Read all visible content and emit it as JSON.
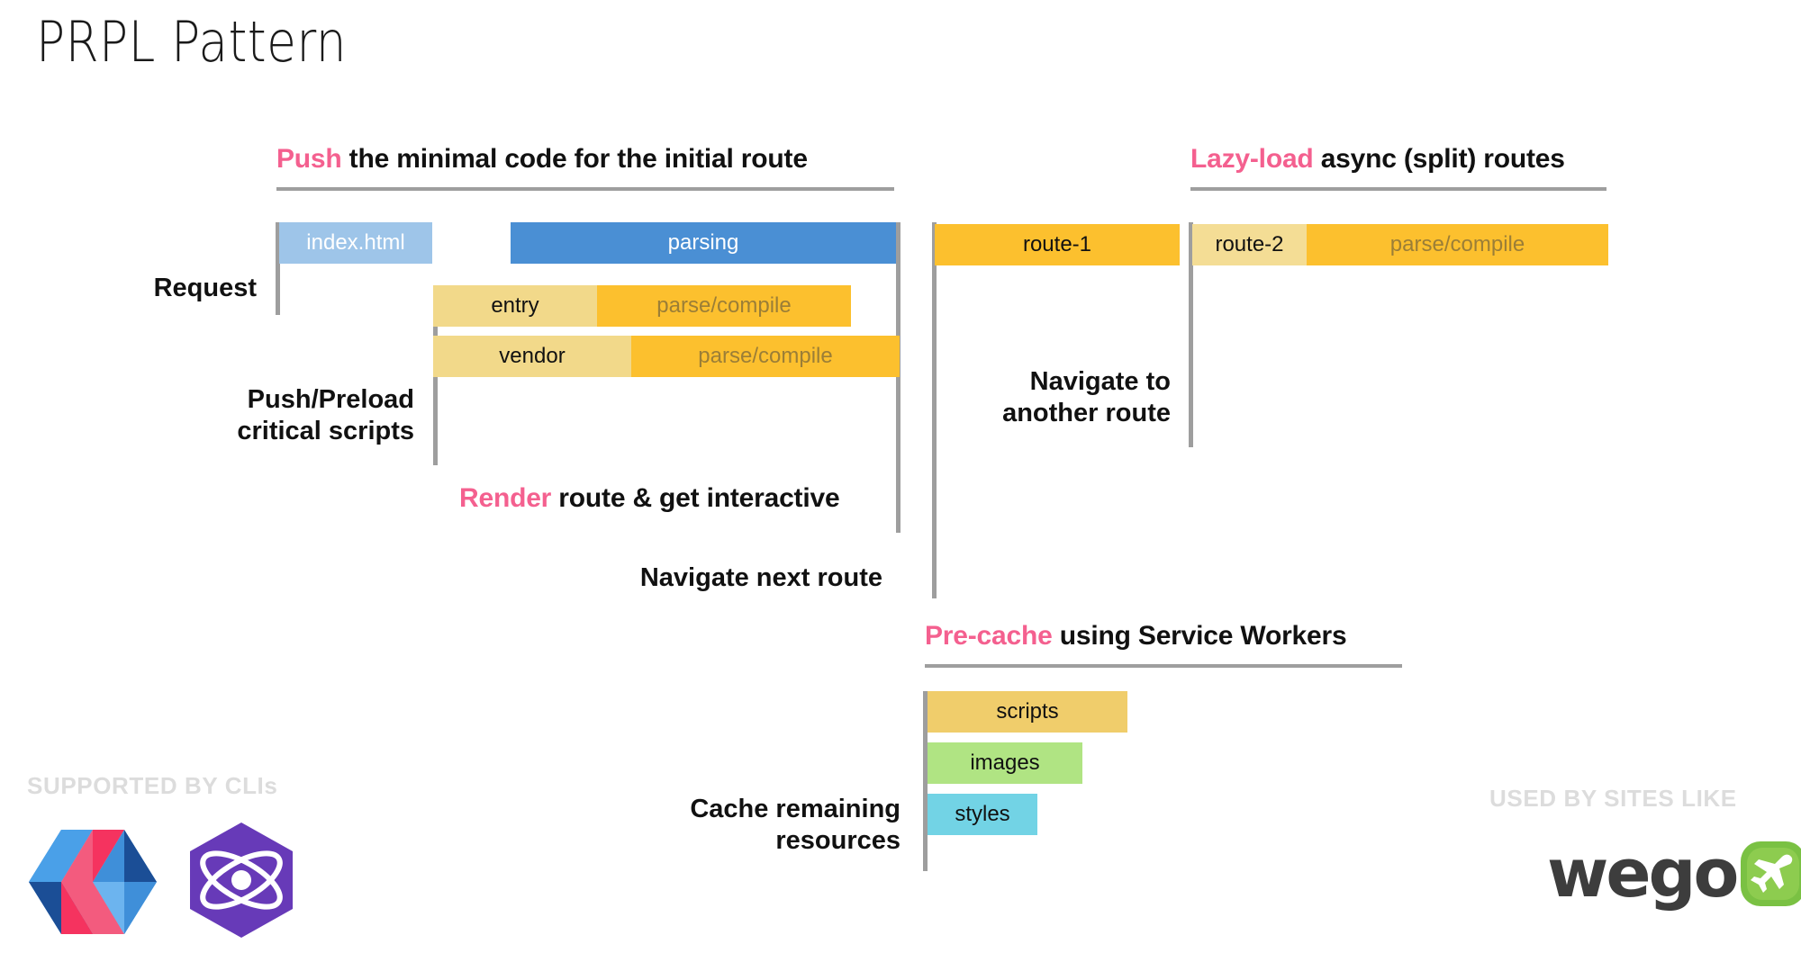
{
  "slide": {
    "title": "PRPL Pattern",
    "accent_color": "#f4608f",
    "rule_color": "#9e9e9e"
  },
  "sections": [
    {
      "id": "push",
      "accent": "Push",
      "rest": " the minimal code for the initial route"
    },
    {
      "id": "lazy-load",
      "accent": "Lazy-load",
      "rest": " async (split) routes"
    },
    {
      "id": "pre-cache",
      "accent": "Pre-cache",
      "rest": " using Service Workers"
    },
    {
      "id": "render",
      "accent": "Render",
      "rest": " route & get interactive"
    }
  ],
  "axis_labels": {
    "request": "Request",
    "push_preload": "Push/Preload\ncritical scripts",
    "navigate_next_route": "Navigate next route",
    "navigate_another_route": "Navigate to\nanother route",
    "cache_remaining": "Cache remaining\nresources"
  },
  "bars": {
    "index_html": {
      "label": "index.html",
      "color": "#9ec5e9"
    },
    "parsing": {
      "label": "parsing",
      "color": "#4a8fd4"
    },
    "entry": {
      "segments": [
        {
          "label": "entry",
          "color": "#f2d98a"
        },
        {
          "label": "parse/compile",
          "color": "#fcc02e"
        }
      ]
    },
    "vendor": {
      "segments": [
        {
          "label": "vendor",
          "color": "#f2d98a"
        },
        {
          "label": "parse/compile",
          "color": "#fcc02e"
        }
      ]
    },
    "route_1": {
      "segments": [
        {
          "label": "route-1",
          "color": "#fcc02e"
        }
      ]
    },
    "route_2": {
      "segments": [
        {
          "label": "route-2",
          "color": "#f4dd95"
        },
        {
          "label": "parse/compile",
          "color": "#fcc02e"
        }
      ]
    },
    "precache": [
      {
        "label": "scripts",
        "color": "#f0cd6b"
      },
      {
        "label": "images",
        "color": "#b0e483"
      },
      {
        "label": "styles",
        "color": "#72d3e5"
      }
    ]
  },
  "footer": {
    "left_caption": "SUPPORTED BY CLIs",
    "right_caption": "USED BY SITES LIKE",
    "caption_color": "#dcdcdc",
    "logos_left": [
      {
        "name": "polymer-logo"
      },
      {
        "name": "preact-logo"
      }
    ],
    "logo_right": {
      "name": "wego-logo",
      "text": "wego",
      "badge_color": "#7ac143"
    }
  }
}
